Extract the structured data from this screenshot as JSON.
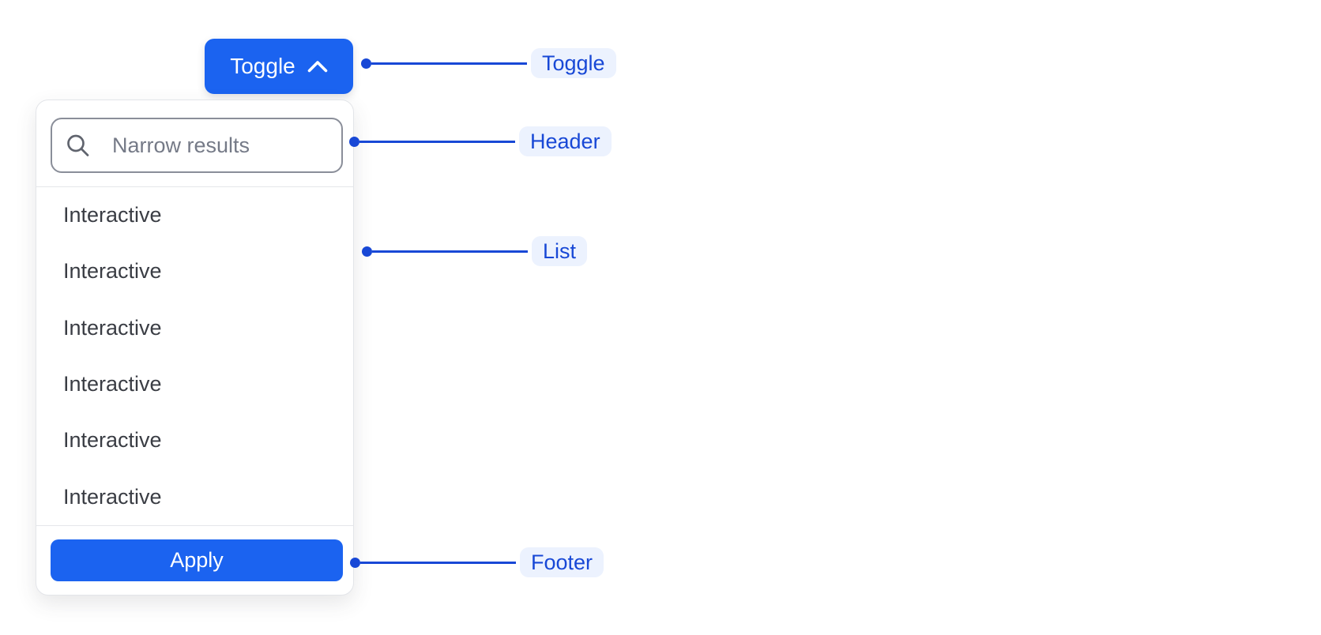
{
  "toggle": {
    "label": "Toggle",
    "chevron_icon": "chevron-up"
  },
  "dropdown": {
    "header": {
      "search_placeholder": "Narrow results",
      "search_icon": "magnifying-glass"
    },
    "list": {
      "items": [
        "Interactive",
        "Interactive",
        "Interactive",
        "Interactive",
        "Interactive",
        "Interactive"
      ]
    },
    "footer": {
      "apply_label": "Apply"
    }
  },
  "annotations": [
    {
      "id": "toggle",
      "label": "Toggle"
    },
    {
      "id": "header",
      "label": "Header"
    },
    {
      "id": "list",
      "label": "List"
    },
    {
      "id": "footer",
      "label": "Footer"
    }
  ],
  "colors": {
    "primary_button_blue": "#1b63f0",
    "annotation_blue": "#1848d6",
    "annotation_badge_bg": "#ecf2fe",
    "text_primary": "#3a3d44",
    "placeholder_gray": "#757a87",
    "input_border_gray": "#8a8e99",
    "panel_border_gray": "#e3e5e9",
    "divider_gray": "#e5e6ea",
    "background": "#ffffff"
  }
}
